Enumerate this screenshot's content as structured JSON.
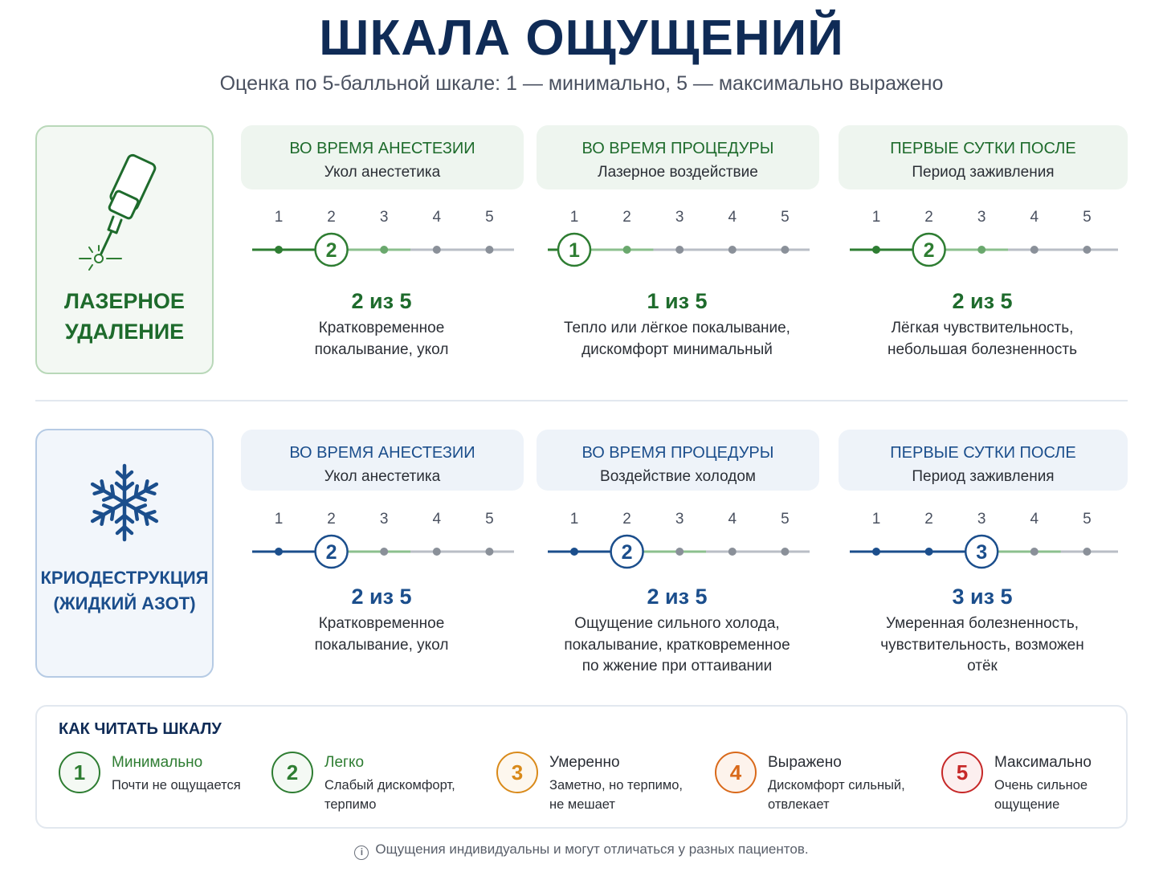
{
  "title": "ШКАЛА ОЩУЩЕНИЙ",
  "subtitle": "Оценка по 5-балльной шкале: 1 — минимально, 5 — максимально выражено",
  "colors": {
    "green": "#2e7d32",
    "blue": "#1b4e8c",
    "navy": "#0f2b56",
    "inactive": "#8a9099"
  },
  "methods": [
    {
      "label": "ЛАЗЕРНОЕ УДАЛЕНИЕ",
      "icon": "laser-device-icon",
      "phases": [
        {
          "title": "ВО ВРЕМЯ АНЕСТЕЗИИ",
          "subtitle": "Укол анестетика",
          "level": 2,
          "rating": "2 из 5",
          "description": "Кратковременное\nпокалывание, укол"
        },
        {
          "title": "ВО ВРЕМЯ ПРОЦЕДУРЫ",
          "subtitle": "Лазерное воздействие",
          "level": 1,
          "rating": "1 из 5",
          "description": "Тепло или лёгкое покалывание,\nдискомфорт минимальный"
        },
        {
          "title": "ПЕРВЫЕ СУТКИ ПОСЛЕ",
          "subtitle": "Период заживления",
          "level": 2,
          "rating": "2 из 5",
          "description": "Лёгкая чувствительность,\nнебольшая болезненность"
        }
      ]
    },
    {
      "label": "КРИОДЕСТРУКЦИЯ (ЖИДКИЙ АЗОТ)",
      "icon": "snowflake-icon",
      "phases": [
        {
          "title": "ВО ВРЕМЯ АНЕСТЕЗИИ",
          "subtitle": "Укол анестетика",
          "level": 2,
          "rating": "2 из 5",
          "description": "Кратковременное\nпокалывание, укол"
        },
        {
          "title": "ВО ВРЕМЯ ПРОЦЕДУРЫ",
          "subtitle": "Воздействие холодом",
          "level": 2,
          "rating": "2 из 5",
          "description": "Ощущение сильного холода,\nпокалывание, кратковременное\nпо жжение при оттаивании"
        },
        {
          "title": "ПЕРВЫЕ СУТКИ ПОСЛЕ",
          "subtitle": "Период заживления",
          "level": 3,
          "rating": "3 из 5",
          "description": "Умеренная болезненность,\nчувствительность, возможен\nотёк"
        }
      ]
    }
  ],
  "scale_ticks": [
    "1",
    "2",
    "3",
    "4",
    "5"
  ],
  "legend": {
    "title": "КАК ЧИТАТЬ ШКАЛУ",
    "items": [
      {
        "num": "1",
        "name": "Минимально",
        "desc": "Почти не ощущается",
        "color": "#2e7d32",
        "bg": "#f4f9f4"
      },
      {
        "num": "2",
        "name": "Легко",
        "desc": "Слабый дискомфорт,\nтерпимо",
        "color": "#2e7d32",
        "bg": "#f4f9f4"
      },
      {
        "num": "3",
        "name": "Умеренно",
        "desc": "Заметно, но терпимо,\nне мешает",
        "color": "#d98a1a",
        "bg": "#fdf7ee"
      },
      {
        "num": "4",
        "name": "Выражено",
        "desc": "Дискомфорт сильный,\nотвлекает",
        "color": "#d9691a",
        "bg": "#fdf3ec"
      },
      {
        "num": "5",
        "name": "Максимально",
        "desc": "Очень сильное\nощущение",
        "color": "#c62828",
        "bg": "#fcefef"
      }
    ]
  },
  "footnote": "Ощущения индивидуальны и могут отличаться у разных пациентов."
}
